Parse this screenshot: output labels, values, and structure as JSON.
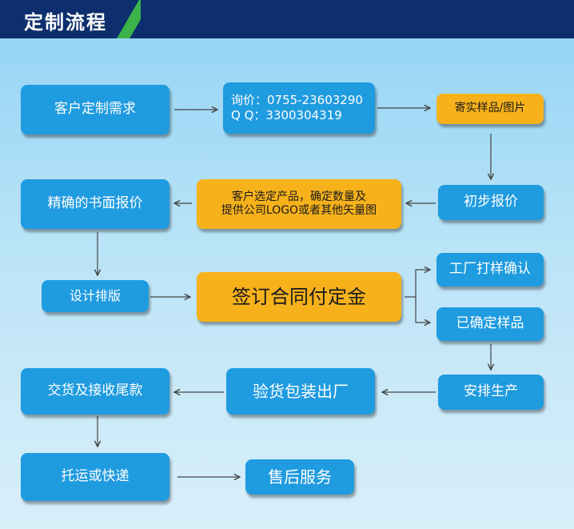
{
  "header": {
    "title": "定制流程"
  },
  "nodes": {
    "customer_request": "客户定制需求",
    "inquiry_phone": "询价：0755-23603290",
    "inquiry_qq": "Q  Q：3300304319",
    "send_samples": "寄实样品/图片",
    "quote_written": "精确的书面报价",
    "choose_products_1": "客户选定产品，确定数量及",
    "choose_products_2": "提供公司LOGO或者其他矢量图",
    "initial_quote": "初步报价",
    "design_layout": "设计排版",
    "sign_contract": "签订合同付定金",
    "factory_sample": "工厂打样确认",
    "sample_confirmed": "已确定样品",
    "delivery_payment": "交货及接收尾款",
    "inspection_packing": "验货包装出厂",
    "arrange_production": "安排生产",
    "shipping": "托运或快递",
    "after_sales": "售后服务"
  },
  "colors": {
    "header_bg": "#0d2f6e",
    "accent_green": "#3cb34a",
    "node_blue": "#1f9be0",
    "node_orange": "#f7b21b"
  }
}
